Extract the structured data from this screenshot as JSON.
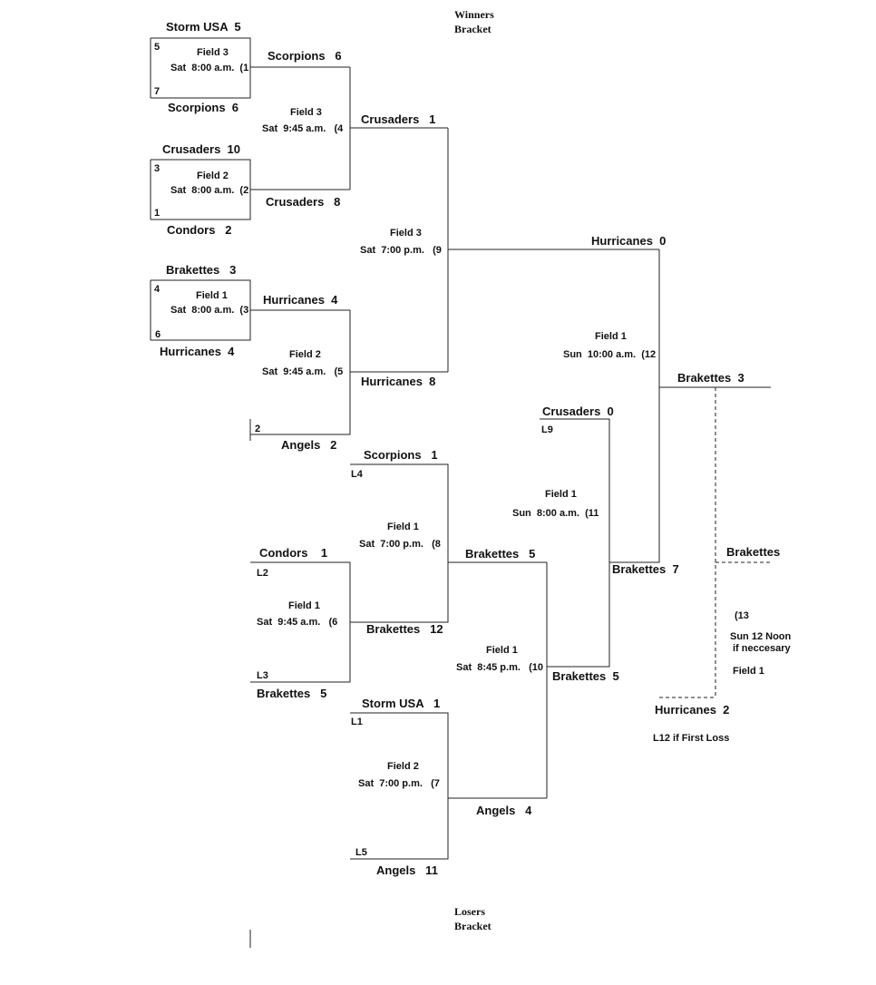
{
  "titles": {
    "winners_1": "Winners",
    "winners_2": "Bracket",
    "losers_1": "Losers",
    "losers_2": "Bracket"
  },
  "teams": {
    "storm_usa_5": "Storm USA  5",
    "scorpions_6_bottom": "Scorpions  6",
    "crusaders_10": "Crusaders  10",
    "condors_2": "Condors   2",
    "brakettes_3_top": "Brakettes   3",
    "hurricanes_4_left": "Hurricanes  4",
    "scorpions_6_adv": "Scorpions   6",
    "crusaders_8": "Crusaders   8",
    "hurricanes_4_adv": "Hurricanes  4",
    "angels_2": "Angels   2",
    "crusaders_1": "Crusaders   1",
    "hurricanes_8": "Hurricanes  8",
    "hurricanes_0": "Hurricanes  0",
    "brakettes_3_final": "Brakettes  3",
    "crusaders_0": "Crusaders  0",
    "brakettes_7": "Brakettes  7",
    "scorpions_1": "Scorpions   1",
    "brakettes_12": "Brakettes   12",
    "condors_1": "Condors    1",
    "brakettes_5_l": "Brakettes   5",
    "brakettes_5_m": "Brakettes   5",
    "brakettes_5_r": "Brakettes  5",
    "storm_usa_1": "Storm USA   1",
    "angels_4": "Angels   4",
    "angels_11": "Angels   11",
    "brakettes_final2": "Brakettes",
    "hurricanes_2": "Hurricanes  2"
  },
  "seeds": {
    "s5": "5",
    "s7": "7",
    "s3": "3",
    "s1": "1",
    "s4": "4",
    "s6": "6",
    "s2": "2",
    "l9": "L9",
    "l4": "L4",
    "l2": "L2",
    "l3": "L3",
    "l1": "L1",
    "l5": "L5"
  },
  "games": {
    "g1_field": "Field 3",
    "g1_time": "Sat  8:00 a.m.  (1",
    "g2_field": "Field 2",
    "g2_time": "Sat  8:00 a.m.  (2",
    "g3_field": "Field 1",
    "g3_time": "Sat  8:00 a.m.  (3",
    "g4_field": "Field 3",
    "g4_time": "Sat  9:45 a.m.   (4",
    "g5_field": "Field 2",
    "g5_time": "Sat  9:45 a.m.   (5",
    "g9_field": "Field 3",
    "g9_time": "Sat  7:00 p.m.   (9",
    "g12_field": "Field 1",
    "g12_time": "Sun  10:00 a.m.  (12",
    "g11_field": "Field 1",
    "g11_time": "Sun  8:00 a.m.  (11",
    "g8_field": "Field 1",
    "g8_time": "Sat  7:00 p.m.   (8",
    "g6_field": "Field 1",
    "g6_time": "Sat  9:45 a.m.   (6",
    "g10_field": "Field 1",
    "g10_time": "Sat  8:45 p.m.   (10",
    "g7_field": "Field 2",
    "g7_time": "Sat  7:00 p.m.   (7",
    "g13_num": "(13",
    "g13_time": "Sun 12 Noon",
    "g13_cond": "if neccesary",
    "g13_field": "Field 1",
    "l12_note": "L12 if First Loss"
  }
}
